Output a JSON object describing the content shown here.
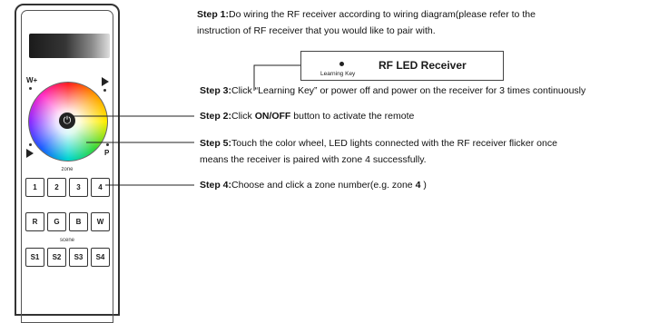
{
  "remote": {
    "corner_w": "W+",
    "corner_p": "P",
    "power_glyph": "⏻",
    "zone_label": "zone",
    "zone_keys": [
      "1",
      "2",
      "3",
      "4"
    ],
    "rgbw_keys": [
      "R",
      "G",
      "B",
      "W"
    ],
    "scene_label": "scene",
    "scene_keys": [
      "S1",
      "S2",
      "S3",
      "S4"
    ]
  },
  "receiver": {
    "title": "RF LED Receiver",
    "key_label": "Learning Key"
  },
  "steps": {
    "step1_num": "Step 1:",
    "step1_line1": "Do wiring the RF receiver according to wiring diagram(please refer to the",
    "step1_line2": "instruction of RF receiver that you would like to pair with.",
    "step3_num": "Step 3:",
    "step3_text": "Click “Learning Key” or power off and power on the receiver for 3 times continuously",
    "step2_num": "Step 2:",
    "step2_pre": "Click ",
    "step2_bold": "ON/OFF",
    "step2_post": " button to activate the remote",
    "step5_num": "Step 5:",
    "step5_line1": "Touch the color wheel, LED lights connected with the RF receiver flicker once",
    "step5_line2": "means the receiver is paired with zone 4 successfully.",
    "step4_num": "Step 4:",
    "step4_pre": "Choose and click a zone number(e.g. zone ",
    "step4_bold": "4",
    "step4_post": " )"
  }
}
